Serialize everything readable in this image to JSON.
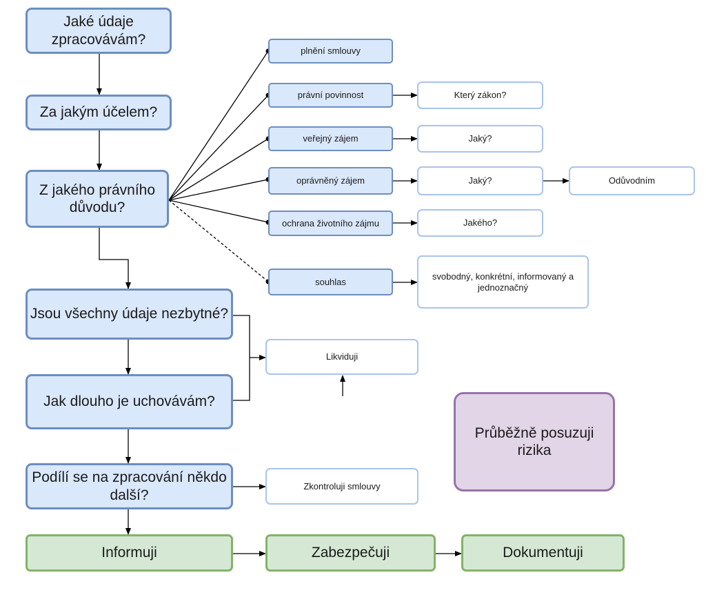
{
  "questions": {
    "what_data": "Jaké údaje zpracovávám?",
    "purpose": "Za jakým účelem?",
    "legal_basis": "Z jakého právního důvodu?",
    "necessary": "Jsou všechny údaje nezbytné?",
    "retention": "Jak dlouho je uchovávám?",
    "sharing": "Podílí se na zpracování někdo další?"
  },
  "legal_bases": {
    "contract": "plnění smlouvy",
    "legal_obligation": "právní povinnost",
    "public_interest": "veřejný zájem",
    "legitimate_interest": "oprávněný zájem",
    "vital_interest": "ochrana životního zájmu",
    "consent": "souhlas"
  },
  "details": {
    "which_law": "Který zákon?",
    "which_public": "Jaký?",
    "which_legitimate": "Jaký?",
    "justify": "Odůvodním",
    "which_vital": "Jakého?",
    "consent_conditions": "svobodný, konkrétní, informovaný a jednoznačný",
    "dispose": "Likviduji",
    "check_contracts": "Zkontroluji smlouvy"
  },
  "outcomes": {
    "inform": "Informuji",
    "secure": "Zabezpečuji",
    "document": "Dokumentuji"
  },
  "risk_note": "Průběžně posuzuji rizika",
  "colors": {
    "question_fill": "#dae8fc",
    "question_border": "#6c8ebf",
    "detail_border": "#a9c4eb",
    "outcome_fill": "#d5e8d4",
    "outcome_border": "#82b366",
    "risk_fill": "#e1d5e7",
    "risk_border": "#9673a6"
  }
}
